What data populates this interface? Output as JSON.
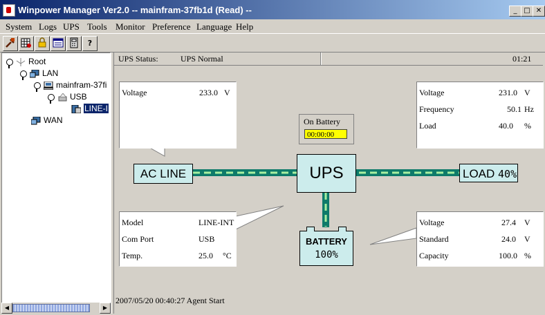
{
  "window": {
    "title": "Winpower Manager Ver2.0 -- mainfram-37fb1d (Read) --"
  },
  "menu": [
    "System",
    "Logs",
    "UPS",
    "Tools",
    "Monitor",
    "Preference",
    "Language",
    "Help"
  ],
  "toolbar": {
    "buttons": [
      {
        "icon": "wrench-icon"
      },
      {
        "icon": "grid-settings-icon"
      },
      {
        "icon": "lock-icon"
      },
      {
        "icon": "display-icon"
      },
      {
        "icon": "calculator-icon"
      },
      {
        "icon": "help-icon",
        "glyph": "?"
      }
    ]
  },
  "tree": {
    "root": "Root",
    "lan": "LAN",
    "host": "mainfram-37fi",
    "usb": "USB",
    "device": "LINE-I",
    "wan": "WAN"
  },
  "status": {
    "label": "UPS Status:",
    "value": "UPS Normal",
    "time": "01:21"
  },
  "ac_input": {
    "label": "Voltage",
    "value": "233.0",
    "unit": "V"
  },
  "output": {
    "rows": [
      {
        "label": "Voltage",
        "value": "231.0",
        "unit": "V"
      },
      {
        "label": "Frequency",
        "value": "50.1",
        "unit": "Hz"
      },
      {
        "label": "Load",
        "value": "40.0",
        "unit": "%"
      }
    ]
  },
  "on_battery": {
    "label": "On Battery",
    "time": "00:00:00"
  },
  "diagram": {
    "ac_line": "AC LINE",
    "ups": "UPS",
    "load": "LOAD",
    "load_pct": "40%",
    "battery": "BATTERY",
    "battery_pct": "100%"
  },
  "device_info": {
    "rows": [
      {
        "label": "Model",
        "value": "LINE-INT",
        "unit": ""
      },
      {
        "label": "Com Port",
        "value": "USB",
        "unit": ""
      },
      {
        "label": "Temp.",
        "value": "25.0",
        "unit": "°C"
      }
    ]
  },
  "battery_info": {
    "rows": [
      {
        "label": "Voltage",
        "value": "27.4",
        "unit": "V"
      },
      {
        "label": "Standard",
        "value": "24.0",
        "unit": "V"
      },
      {
        "label": "Capacity",
        "value": "100.0",
        "unit": "%"
      }
    ]
  },
  "event_log": {
    "text": "2007/05/20 00:40:27  Agent Start"
  },
  "colors": {
    "line": "#0e7a6a",
    "dash": "#a8f0a0",
    "box": "#ccecec",
    "timer": "#ffff00"
  }
}
